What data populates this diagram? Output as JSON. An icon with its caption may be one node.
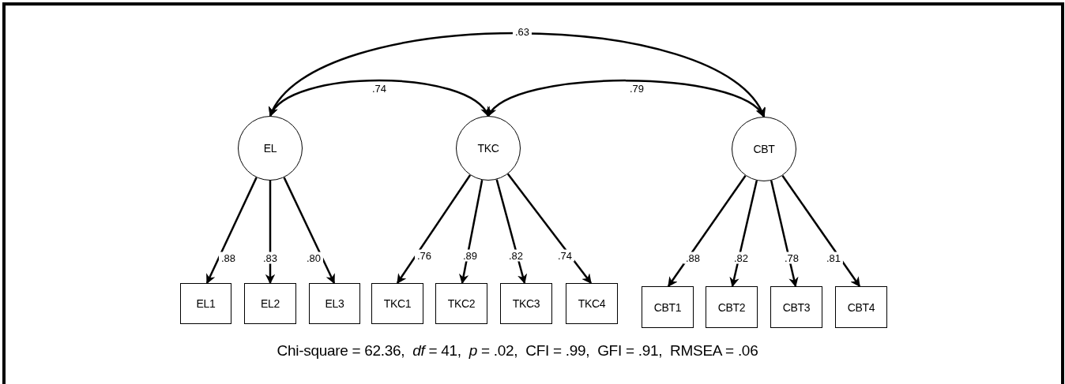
{
  "diagram": {
    "caption": "Chi-square = 62.36,  *df* = 41,  *p* = .02,  CFI = .99,  GFI = .91,  RMSEA = .06",
    "nodes": [
      {
        "text": [
          "EL"
        ]
      },
      {
        "text": [
          "TKC"
        ]
      },
      {
        "text": [
          "CBT"
        ]
      },
      {
        "text": [
          "EL1"
        ]
      },
      {
        "text": [
          "EL2"
        ]
      },
      {
        "text": [
          "EL3"
        ]
      },
      {
        "text": [
          "TKC1"
        ]
      },
      {
        "text": [
          "TKC2"
        ]
      },
      {
        "text": [
          "TKC3"
        ]
      },
      {
        "text": [
          "TKC4"
        ]
      },
      {
        "text": [
          "CBT1"
        ]
      },
      {
        "text": [
          "CBT2"
        ]
      },
      {
        "text": [
          "CBT3"
        ]
      },
      {
        "text": [
          "CBT4"
        ]
      }
    ],
    "edges": [
      {
        "from": 0,
        "to": 2,
        "arrow": "both",
        "label": ".63"
      },
      {
        "from": 0,
        "to": 1,
        "arrow": "both",
        "label": ".74"
      },
      {
        "from": 1,
        "to": 2,
        "arrow": "both",
        "label": ".79"
      },
      {
        "from": 0,
        "to": 3,
        "arrow": "to",
        "label": ".88"
      },
      {
        "from": 0,
        "to": 4,
        "arrow": "to",
        "label": ".83"
      },
      {
        "from": 0,
        "to": 5,
        "arrow": "to",
        "label": ".80"
      },
      {
        "from": 1,
        "to": 6,
        "arrow": "to",
        "label": ".76"
      },
      {
        "from": 1,
        "to": 7,
        "arrow": "to",
        "label": ".89"
      },
      {
        "from": 1,
        "to": 8,
        "arrow": "to",
        "label": ".82"
      },
      {
        "from": 1,
        "to": 9,
        "arrow": "to",
        "label": ".74"
      },
      {
        "from": 2,
        "to": 10,
        "arrow": "to",
        "label": ".88"
      },
      {
        "from": 2,
        "to": 11,
        "arrow": "to",
        "label": ".82"
      },
      {
        "from": 2,
        "to": 12,
        "arrow": "to",
        "label": ".78"
      },
      {
        "from": 2,
        "to": 13,
        "arrow": "to",
        "label": ".81"
      }
    ]
  }
}
